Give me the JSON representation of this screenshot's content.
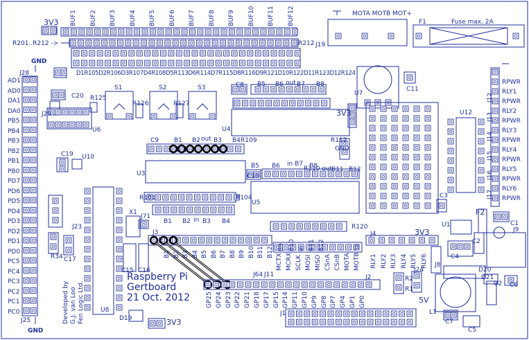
{
  "board": {
    "title": "Raspberry Pi",
    "name": "Gertboard",
    "date": "21 Oct. 2012",
    "credit": [
      "Developed by",
      "G.J. van Loo",
      "Fen Logic Ltd."
    ]
  },
  "colors": {
    "ink": "#1d2c9a",
    "pad": "#e6e6ee",
    "pad_border": "#1d2c9a",
    "jumper": "#000000"
  },
  "labels": {
    "r201_r212": "R201..R212 ->",
    "r212": "R212",
    "three_v3_top": "3V3",
    "three_v3_mid": "3V3",
    "three_v3_right": "3V3",
    "three_v3_bottom": "3V3",
    "five_v": "5V",
    "gnd_left_top": "GND",
    "gnd_left_bottom": "GND",
    "gnd_mid": "GND",
    "motor_header": "MOTA MOTB MOT+",
    "fuse": "Fuse max. 2A",
    "j19": "J19",
    "f1": "F1",
    "u7": "U7",
    "c11": "C11",
    "u12": "U12",
    "j28": "J28",
    "j29": "J29",
    "c20": "C20",
    "r125": "R125",
    "u6": "U6",
    "s1": "S1",
    "s2": "S2",
    "s3": "S3",
    "r126": "R126",
    "r127": "R127",
    "c8": "C8",
    "u4": "U4",
    "c19": "C19",
    "u10": "U10",
    "c9": "C9",
    "b1_top": "B1",
    "b2_top": "B2",
    "b3_top": "B3",
    "b4_top": "B4",
    "out_top": "out",
    "r109": "R109",
    "r112": "R112",
    "b5": "B5",
    "b6": "B6",
    "in_b7": "in B7",
    "b8": "B8",
    "u3": "U3",
    "c10": "C10",
    "r110_out": "R110 out",
    "b11": "B11",
    "b12": "B12",
    "r101": "R101",
    "r104": "R104",
    "u5": "U5",
    "b1_low": "B1",
    "b2_low": "B2",
    "in_low": "in",
    "b3_low": "B3",
    "b4_low": "B4",
    "x1": "X1",
    "j71": "J71",
    "j3": "J3",
    "r120": "R120",
    "j23": "J23",
    "r34": "R34",
    "c17": "C17",
    "c15": "C15",
    "c16": "C16",
    "u8": "U8",
    "d19": "D19",
    "j25": "J25",
    "j64": "J64",
    "j11": "J11",
    "j2": "J2",
    "j1": "J1",
    "j4": "J4",
    "j5": "J5",
    "c3": "C3",
    "f2": "F2",
    "u1": "U1",
    "c1": "C1",
    "c2": "C2",
    "j9": "J9",
    "c4": "C4",
    "j8": "J8",
    "d20": "D20",
    "d21": "D21",
    "u2": "U2",
    "c6": "C6",
    "r2": "R2",
    "r1": "R1",
    "j24": "J24",
    "l1": "L1",
    "c7": "C7",
    "c5": "C5",
    "j12": "J12",
    "j13": "J13",
    "j14": "J14",
    "j15": "J15",
    "j16": "J16",
    "j17": "J17",
    "out_mid": "out",
    "b7_mid": "B7",
    "b8_mid": "B8"
  },
  "buf_labels": [
    "BUF1",
    "BUF2",
    "BUF3",
    "BUF4",
    "BUF5",
    "BUF6",
    "BUF7",
    "BUF8",
    "BUF9",
    "BUF10",
    "BUF11",
    "BUF12"
  ],
  "led_row": "D1R105D2R106D3R107D4R108D5R113D6R114D7R115D8R116D9R121D10R122D11R123D12R124",
  "left_pins": [
    "AD1",
    "AD0",
    "DA1",
    "DA0",
    "PB5",
    "PB4",
    "PB3",
    "PB2",
    "PB1",
    "PB0",
    "PD7",
    "PD6",
    "PD5",
    "PD4",
    "PD3",
    "PD2",
    "PD1",
    "PD0",
    "PC5",
    "PC4",
    "PC3",
    "PC2",
    "PC1",
    "PC0"
  ],
  "rpwr_labels": [
    "RPWR",
    "RLY1",
    "RPWR",
    "RLY2",
    "RPWR",
    "RLY3",
    "RPWR",
    "RLY4",
    "RPWR",
    "RLY5",
    "RPWR",
    "RLY6",
    "RPWR"
  ],
  "b_header_labels": [
    "B1",
    "B2",
    "B3",
    "B4",
    "B5",
    "B6",
    "B7",
    "B8",
    "B9",
    "B10",
    "B11",
    "B12"
  ],
  "spi_labels": [
    "MCTX",
    "MCRX",
    "SCLK",
    "MOSI",
    "MISO",
    "CSnA",
    "CSnB",
    "MOTA",
    "MOTB"
  ],
  "spi_numbers": [
    "B9",
    "B10",
    "in",
    "B11",
    "B12"
  ],
  "rly_labels": [
    "RLY1",
    "RLY2",
    "RLY3",
    "RLY4",
    "RLY5",
    "RLY6"
  ],
  "gp_labels": [
    "GP25",
    "GP24",
    "GP23",
    "GP22",
    "GP21",
    "GP18",
    "GP17",
    "GP15",
    "GP14",
    "GP11",
    "GP10",
    "GP9",
    "GP8",
    "GP7",
    "GP4",
    "GP1",
    "GP0"
  ]
}
